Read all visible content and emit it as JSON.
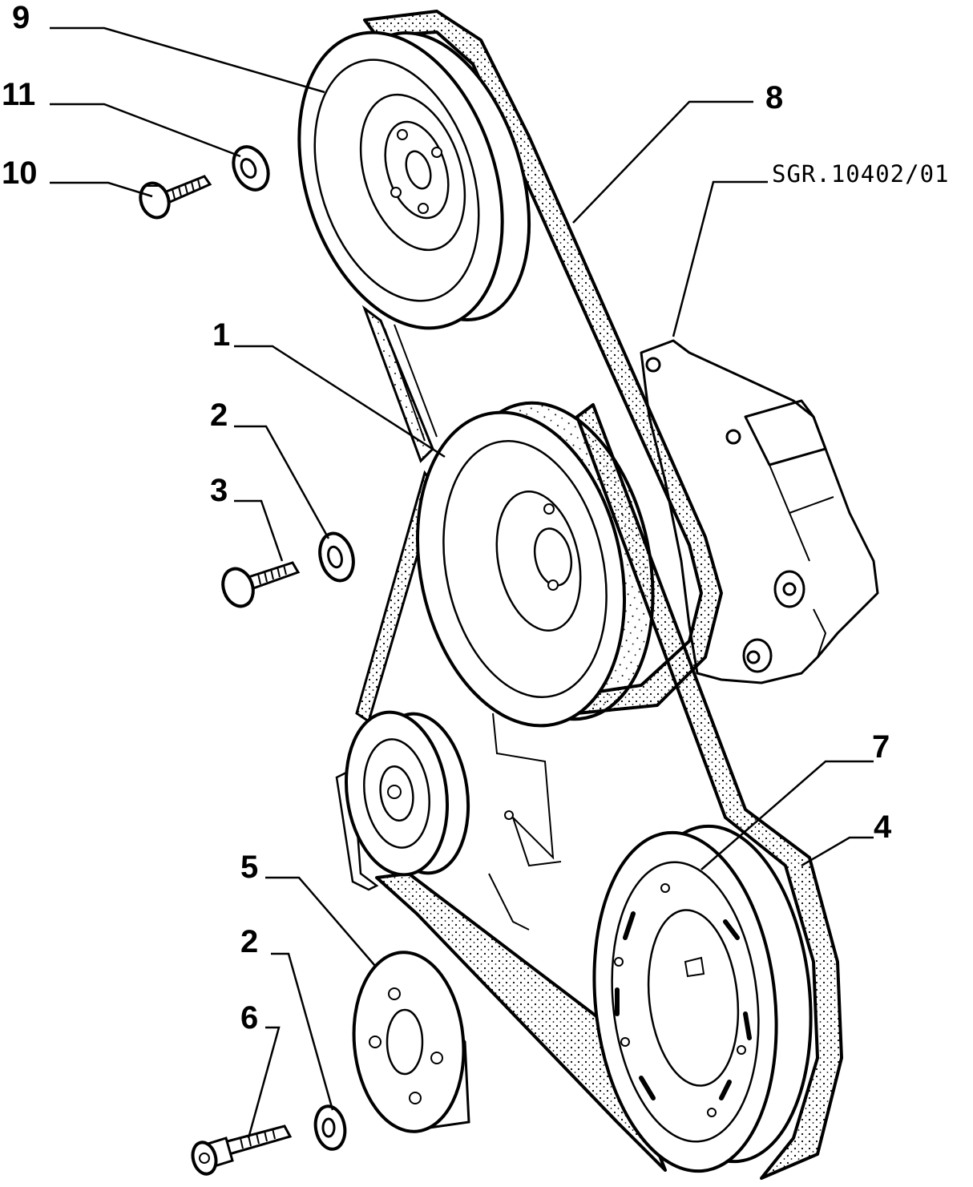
{
  "drawing_ref": "SGR.10402/01",
  "callouts": {
    "c9": "9",
    "c11": "11",
    "c10": "10",
    "c8": "8",
    "c1": "1",
    "c2a": "2",
    "c3": "3",
    "c7": "7",
    "c4": "4",
    "c5": "5",
    "c2b": "2",
    "c6": "6"
  },
  "parts": [
    {
      "id": "1",
      "icon": "idler-pulley"
    },
    {
      "id": "2",
      "icon": "washer"
    },
    {
      "id": "3",
      "icon": "bolt"
    },
    {
      "id": "4",
      "icon": "drive-belt"
    },
    {
      "id": "5",
      "icon": "spacer-plate"
    },
    {
      "id": "6",
      "icon": "socket-head-screw"
    },
    {
      "id": "7",
      "icon": "crankshaft-pulley"
    },
    {
      "id": "8",
      "icon": "drive-belt"
    },
    {
      "id": "9",
      "icon": "pulley"
    },
    {
      "id": "10",
      "icon": "bolt"
    },
    {
      "id": "11",
      "icon": "washer"
    }
  ]
}
